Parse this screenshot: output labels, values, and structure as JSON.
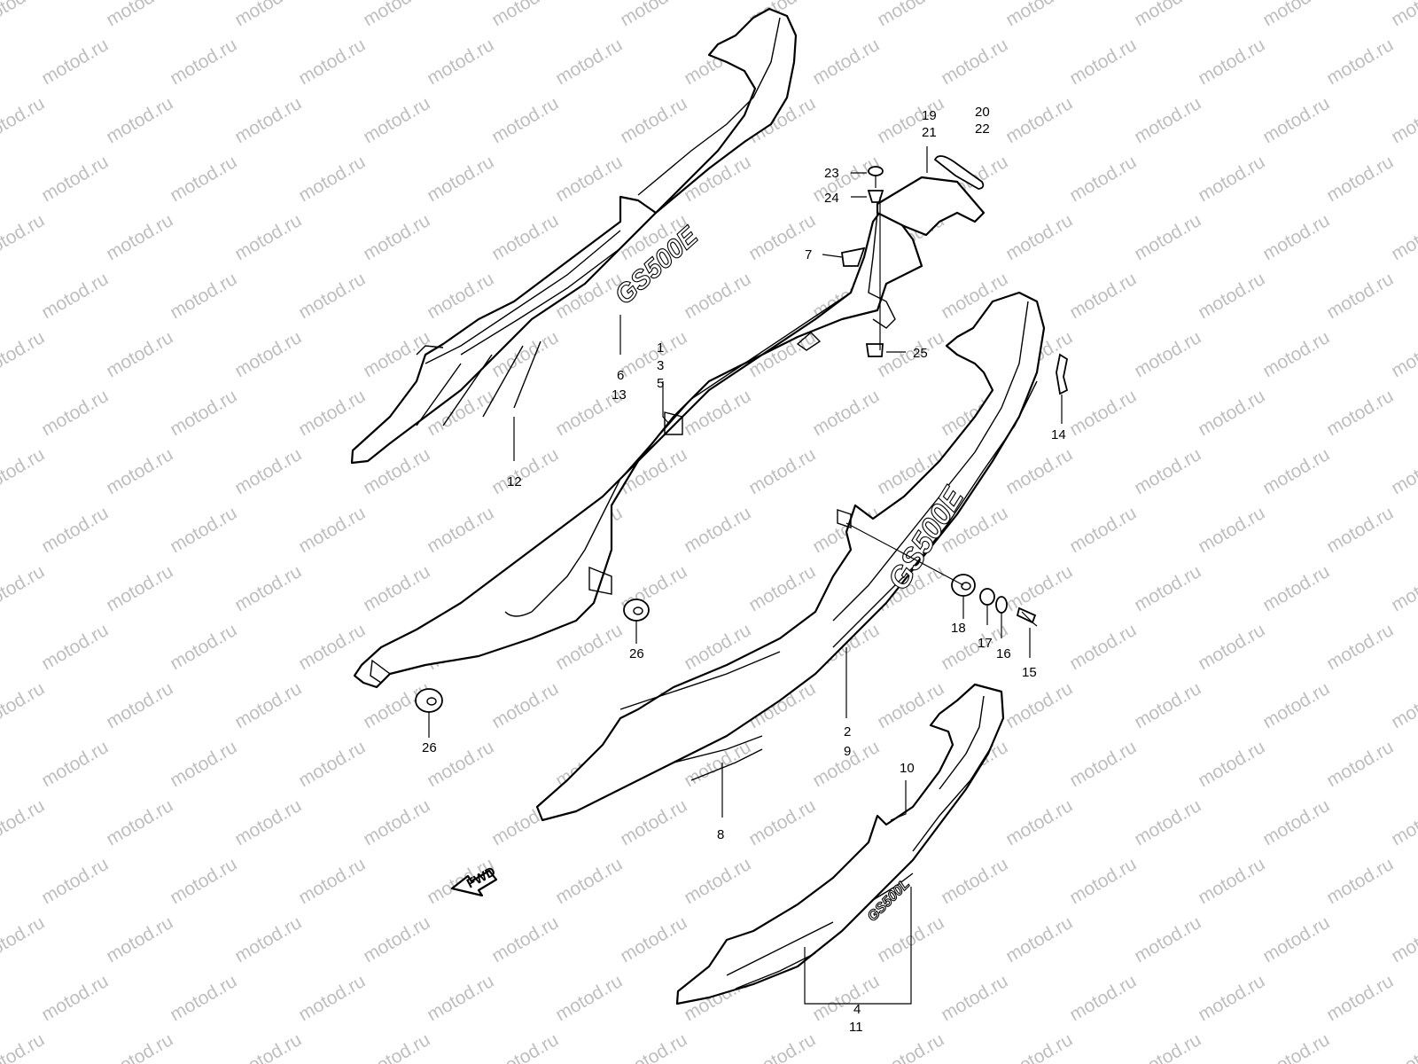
{
  "watermark": "motod.ru",
  "fwd_arrow": "FWD",
  "part_logos": {
    "left_cover": "GS500E",
    "right_cover": "GS500E",
    "small_cover": "GS500L"
  },
  "callouts": {
    "c1": "1",
    "c3": "3",
    "c5": "5",
    "c6": "6",
    "c13": "13",
    "c12": "12",
    "c7": "7",
    "c19": "19",
    "c21": "21",
    "c20": "20",
    "c22": "22",
    "c23": "23",
    "c24": "24",
    "c25": "25",
    "c14": "14",
    "c26a": "26",
    "c26b": "26",
    "c18": "18",
    "c17": "17",
    "c16": "16",
    "c15": "15",
    "c2": "2",
    "c9": "9",
    "c8": "8",
    "c10": "10",
    "c4": "4",
    "c11": "11"
  }
}
